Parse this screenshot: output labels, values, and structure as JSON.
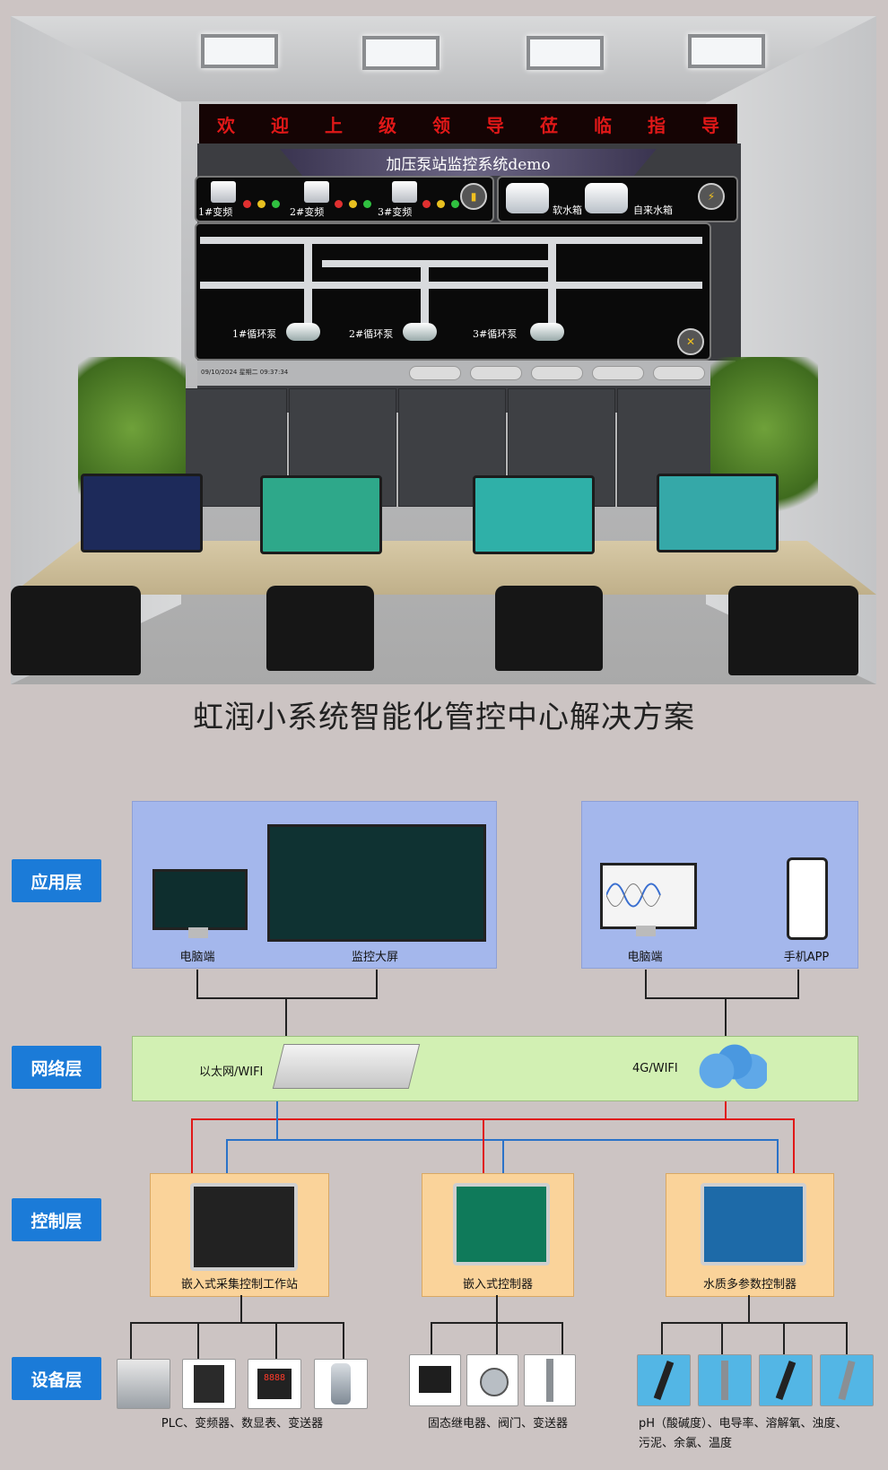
{
  "room": {
    "banner": [
      "欢",
      "迎",
      "上",
      "级",
      "领",
      "导",
      "莅",
      "临",
      "指",
      "导"
    ],
    "screen_title": "加压泵站监控系统demo",
    "pumps": [
      {
        "label": "1#变频"
      },
      {
        "label": "2#变频"
      },
      {
        "label": "3#变频"
      }
    ],
    "tanks": [
      {
        "label": "软水箱"
      },
      {
        "label": "自来水箱"
      }
    ],
    "circ_pumps": [
      {
        "label": "1#循环泵"
      },
      {
        "label": "2#循环泵"
      },
      {
        "label": "3#循环泵"
      }
    ],
    "datetime": "09/10/2024  星期二  09:37:34"
  },
  "diagram": {
    "title": "虹润小系统智能化管控中心解决方案",
    "layers": {
      "app": "应用层",
      "network": "网络层",
      "control": "控制层",
      "device": "设备层"
    },
    "app_left": {
      "pc_label": "电脑端",
      "wall_label": "监控大屏"
    },
    "app_right": {
      "pc_label": "电脑端",
      "phone_label": "手机APP"
    },
    "network": {
      "ethernet": "以太网/WIFI",
      "g4": "4G/WIFI"
    },
    "controllers": [
      {
        "label": "嵌入式采集控制工作站"
      },
      {
        "label": "嵌入式控制器"
      },
      {
        "label": "水质多参数控制器"
      }
    ],
    "devices": [
      {
        "caption": "PLC、变频器、数显表、变送器"
      },
      {
        "caption": "固态继电器、阀门、变送器"
      },
      {
        "caption_line1": "pH（酸碱度）、电导率、溶解氧、浊度、",
        "caption_line2": "污泥、余氯、温度"
      }
    ],
    "colors": {
      "layer_bg": "#1b7bd8",
      "app_bg": "#a4b7ec",
      "network_bg": "#d2f0b3",
      "control_bg": "#fad39a",
      "red_link": "#e01818",
      "blue_link": "#2a72c8"
    }
  }
}
